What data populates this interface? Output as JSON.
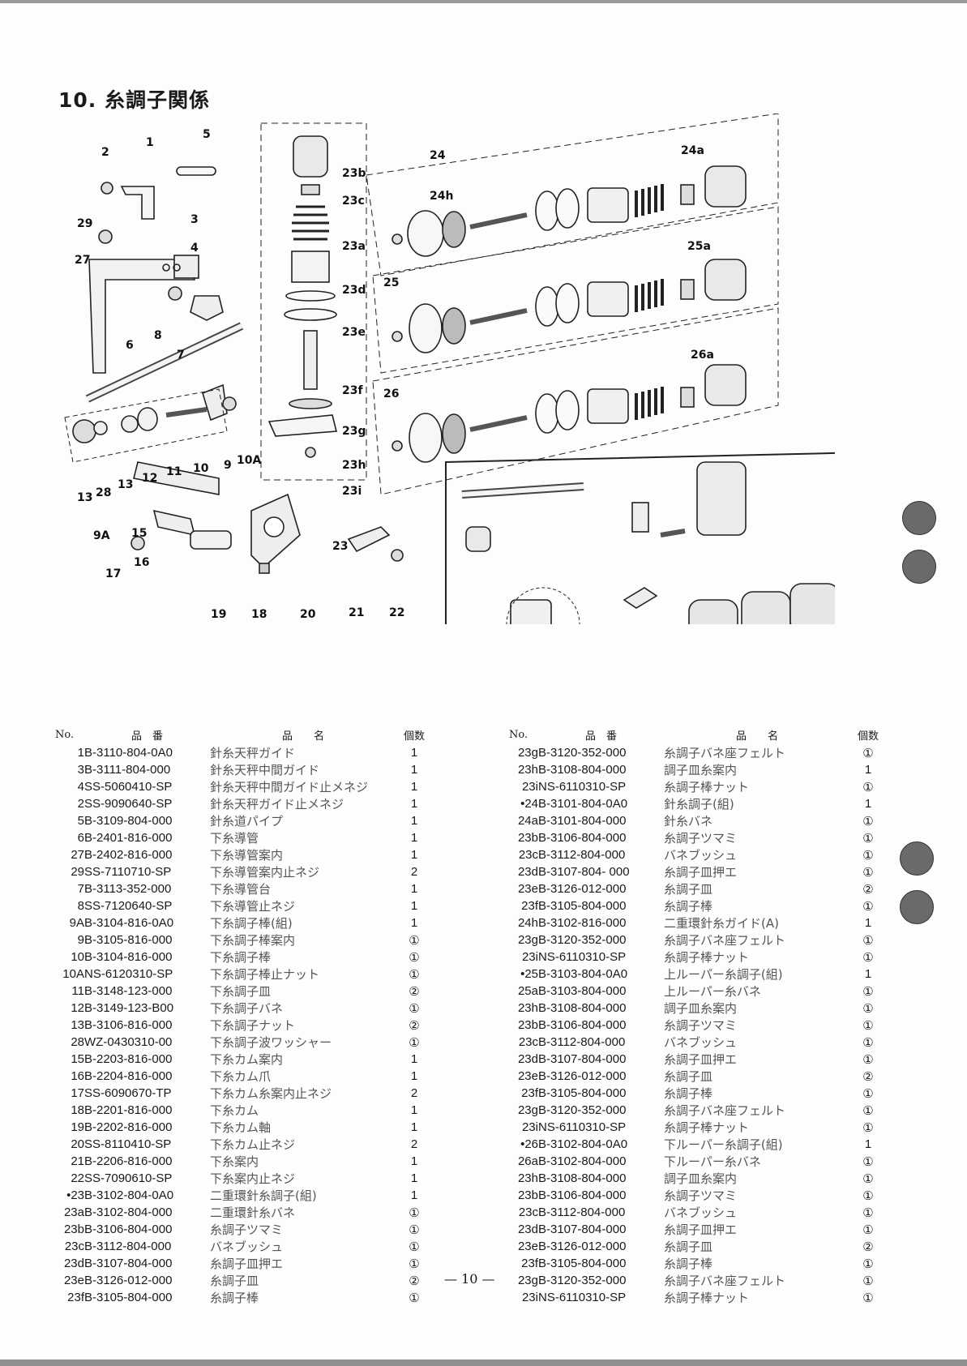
{
  "page": {
    "title": "10. 糸調子関係",
    "page_number": "— 10 —"
  },
  "diagram": {
    "callouts": [
      "1",
      "2",
      "3",
      "4",
      "5",
      "6",
      "7",
      "8",
      "9",
      "10",
      "10A",
      "11",
      "12",
      "13",
      "13",
      "28",
      "9A",
      "15",
      "16",
      "17",
      "18",
      "19",
      "20",
      "21",
      "22",
      "23",
      "24",
      "25",
      "26",
      "27",
      "29",
      "23b",
      "23c",
      "23a",
      "23d",
      "23e",
      "23f",
      "23g",
      "23h",
      "23i",
      "24h",
      "24a",
      "25a",
      "26a"
    ]
  },
  "table": {
    "headers": [
      "No.",
      "品　番",
      "品　　名",
      "個数"
    ],
    "left": [
      {
        "no": "1",
        "part": "B-3110-804-0A0",
        "name": "針糸天秤ガイド",
        "qty": "1"
      },
      {
        "no": "3",
        "part": "B-3111-804-000",
        "name": "針糸天秤中間ガイド",
        "qty": "1"
      },
      {
        "no": "4",
        "part": "SS-5060410-SP",
        "name": "針糸天秤中間ガイド止メネジ",
        "qty": "1"
      },
      {
        "no": "2",
        "part": "SS-9090640-SP",
        "name": "針糸天秤ガイド止メネジ",
        "qty": "1"
      },
      {
        "no": "5",
        "part": "B-3109-804-000",
        "name": "針糸道パイプ",
        "qty": "1"
      },
      {
        "no": "6",
        "part": "B-2401-816-000",
        "name": "下糸導管",
        "qty": "1"
      },
      {
        "no": "27",
        "part": "B-2402-816-000",
        "name": "下糸導管案内",
        "qty": "1"
      },
      {
        "no": "29",
        "part": "SS-7110710-SP",
        "name": "下糸導管案内止ネジ",
        "qty": "2"
      },
      {
        "no": "7",
        "part": "B-3113-352-000",
        "name": "下糸導管台",
        "qty": "1"
      },
      {
        "no": "8",
        "part": "SS-7120640-SP",
        "name": "下糸導管止ネジ",
        "qty": "1"
      },
      {
        "no": "9A",
        "part": "B-3104-816-0A0",
        "name": "下糸調子棒(組)",
        "qty": "1"
      },
      {
        "no": "9",
        "part": "B-3105-816-000",
        "name": "下糸調子棒案内",
        "qty": "①"
      },
      {
        "no": "10",
        "part": "B-3104-816-000",
        "name": "下糸調子棒",
        "qty": "①"
      },
      {
        "no": "10A",
        "part": "NS-6120310-SP",
        "name": "下糸調子棒止ナット",
        "qty": "①"
      },
      {
        "no": "11",
        "part": "B-3148-123-000",
        "name": "下糸調子皿",
        "qty": "②"
      },
      {
        "no": "12",
        "part": "B-3149-123-B00",
        "name": "下糸調子バネ",
        "qty": "①"
      },
      {
        "no": "13",
        "part": "B-3106-816-000",
        "name": "下糸調子ナット",
        "qty": "②"
      },
      {
        "no": "28",
        "part": "WZ-0430310-00",
        "name": "下糸調子波ワッシャー",
        "qty": "①"
      },
      {
        "no": "15",
        "part": "B-2203-816-000",
        "name": "下糸カム案内",
        "qty": "1"
      },
      {
        "no": "16",
        "part": "B-2204-816-000",
        "name": "下糸カム爪",
        "qty": "1"
      },
      {
        "no": "17",
        "part": "SS-6090670-TP",
        "name": "下糸カム糸案内止ネジ",
        "qty": "2"
      },
      {
        "no": "18",
        "part": "B-2201-816-000",
        "name": "下糸カム",
        "qty": "1"
      },
      {
        "no": "19",
        "part": "B-2202-816-000",
        "name": "下糸カム軸",
        "qty": "1"
      },
      {
        "no": "20",
        "part": "SS-8110410-SP",
        "name": "下糸カム止ネジ",
        "qty": "2"
      },
      {
        "no": "21",
        "part": "B-2206-816-000",
        "name": "下糸案内",
        "qty": "1"
      },
      {
        "no": "22",
        "part": "SS-7090610-SP",
        "name": "下糸案内止ネジ",
        "qty": "1"
      },
      {
        "no": "•23",
        "part": "B-3102-804-0A0",
        "name": "二重環針糸調子(組)",
        "qty": "1"
      },
      {
        "no": "23a",
        "part": "B-3102-804-000",
        "name": "二重環針糸バネ",
        "qty": "①"
      },
      {
        "no": "23b",
        "part": "B-3106-804-000",
        "name": "糸調子ツマミ",
        "qty": "①"
      },
      {
        "no": "23c",
        "part": "B-3112-804-000",
        "name": "バネブッシュ",
        "qty": "①"
      },
      {
        "no": "23d",
        "part": "B-3107-804-000",
        "name": "糸調子皿押エ",
        "qty": "①"
      },
      {
        "no": "23e",
        "part": "B-3126-012-000",
        "name": "糸調子皿",
        "qty": "②"
      },
      {
        "no": "23f",
        "part": "B-3105-804-000",
        "name": "糸調子棒",
        "qty": "①"
      }
    ],
    "right": [
      {
        "no": "23g",
        "part": "B-3120-352-000",
        "name": "糸調子バネ座フェルト",
        "qty": "①"
      },
      {
        "no": "23h",
        "part": "B-3108-804-000",
        "name": "調子皿糸案内",
        "qty": "1"
      },
      {
        "no": "23i",
        "part": "NS-6110310-SP",
        "name": "糸調子棒ナット",
        "qty": "①"
      },
      {
        "no": "•24",
        "part": "B-3101-804-0A0",
        "name": "針糸調子(組)",
        "qty": "1"
      },
      {
        "no": "24a",
        "part": "B-3101-804-000",
        "name": "針糸バネ",
        "qty": "①"
      },
      {
        "no": "23b",
        "part": "B-3106-804-000",
        "name": "糸調子ツマミ",
        "qty": "①"
      },
      {
        "no": "23c",
        "part": "B-3112-804-000",
        "name": "バネブッシュ",
        "qty": "①"
      },
      {
        "no": "23d",
        "part": "B-3107-804- 000",
        "name": "糸調子皿押エ",
        "qty": "①"
      },
      {
        "no": "23e",
        "part": "B-3126-012-000",
        "name": "糸調子皿",
        "qty": "②"
      },
      {
        "no": "23f",
        "part": "B-3105-804-000",
        "name": "糸調子棒",
        "qty": "①"
      },
      {
        "no": "24h",
        "part": "B-3102-816-000",
        "name": "二重環針糸ガイド(A)",
        "qty": "1"
      },
      {
        "no": "23g",
        "part": "B-3120-352-000",
        "name": "糸調子バネ座フェルト",
        "qty": "①"
      },
      {
        "no": "23i",
        "part": "NS-6110310-SP",
        "name": "糸調子棒ナット",
        "qty": "①"
      },
      {
        "no": "•25",
        "part": "B-3103-804-0A0",
        "name": "上ルーパー糸調子(組)",
        "qty": "1"
      },
      {
        "no": "25a",
        "part": "B-3103-804-000",
        "name": "上ルーパー糸バネ",
        "qty": "①"
      },
      {
        "no": "23h",
        "part": "B-3108-804-000",
        "name": "調子皿糸案内",
        "qty": "①"
      },
      {
        "no": "23b",
        "part": "B-3106-804-000",
        "name": "糸調子ツマミ",
        "qty": "①"
      },
      {
        "no": "23c",
        "part": "B-3112-804-000",
        "name": "バネブッシュ",
        "qty": "①"
      },
      {
        "no": "23d",
        "part": "B-3107-804-000",
        "name": "糸調子皿押エ",
        "qty": "①"
      },
      {
        "no": "23e",
        "part": "B-3126-012-000",
        "name": "糸調子皿",
        "qty": "②"
      },
      {
        "no": "23f",
        "part": "B-3105-804-000",
        "name": "糸調子棒",
        "qty": "①"
      },
      {
        "no": "23g",
        "part": "B-3120-352-000",
        "name": "糸調子バネ座フェルト",
        "qty": "①"
      },
      {
        "no": "23i",
        "part": "NS-6110310-SP",
        "name": "糸調子棒ナット",
        "qty": "①"
      },
      {
        "no": "•26",
        "part": "B-3102-804-0A0",
        "name": "下ルーパー糸調子(組)",
        "qty": "1"
      },
      {
        "no": "26a",
        "part": "B-3102-804-000",
        "name": "下ルーパー糸バネ",
        "qty": "①"
      },
      {
        "no": "23h",
        "part": "B-3108-804-000",
        "name": "調子皿糸案内",
        "qty": "①"
      },
      {
        "no": "23b",
        "part": "B-3106-804-000",
        "name": "糸調子ツマミ",
        "qty": "①"
      },
      {
        "no": "23c",
        "part": "B-3112-804-000",
        "name": "バネブッシュ",
        "qty": "①"
      },
      {
        "no": "23d",
        "part": "B-3107-804-000",
        "name": "糸調子皿押エ",
        "qty": "①"
      },
      {
        "no": "23e",
        "part": "B-3126-012-000",
        "name": "糸調子皿",
        "qty": "②"
      },
      {
        "no": "23f",
        "part": "B-3105-804-000",
        "name": "糸調子棒",
        "qty": "①"
      },
      {
        "no": "23g",
        "part": "B-3120-352-000",
        "name": "糸調子バネ座フェルト",
        "qty": "①"
      },
      {
        "no": "23i",
        "part": "NS-6110310-SP",
        "name": "糸調子棒ナット",
        "qty": "①"
      }
    ]
  }
}
